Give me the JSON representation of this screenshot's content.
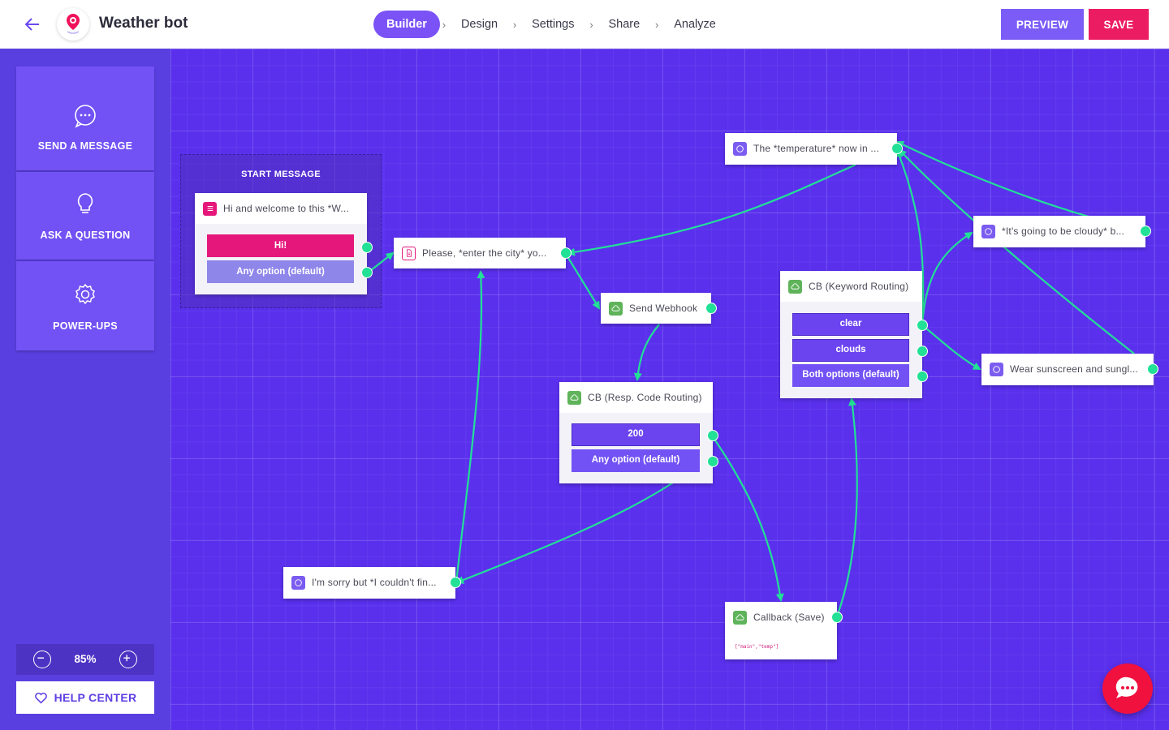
{
  "header": {
    "bot_title": "Weather bot",
    "steps": [
      {
        "label": "Builder",
        "active": true
      },
      {
        "label": "Design"
      },
      {
        "label": "Settings"
      },
      {
        "label": "Share"
      },
      {
        "label": "Analyze"
      }
    ],
    "preview_label": "PREVIEW",
    "save_label": "SAVE"
  },
  "sidebar": {
    "tools": [
      {
        "label": "SEND A MESSAGE",
        "icon": "chat-bubble-icon"
      },
      {
        "label": "ASK A QUESTION",
        "icon": "lightbulb-icon"
      },
      {
        "label": "POWER-UPS",
        "icon": "gear-icon"
      }
    ],
    "zoom": "85%",
    "help_label": "HELP CENTER"
  },
  "canvas": {
    "start_zone_title": "START MESSAGE",
    "nodes": {
      "welcome": {
        "text": "Hi and welcome to this *W...",
        "options": [
          "Hi!",
          "Any option (default)"
        ]
      },
      "enter_city": {
        "text": "Please, *enter the city* yo..."
      },
      "webhook": {
        "text": "Send Webhook"
      },
      "resp_code": {
        "text": "CB (Resp. Code Routing)",
        "options": [
          "200",
          "Any option (default)"
        ]
      },
      "keyword": {
        "text": "CB (Keyword Routing)",
        "options": [
          "clear",
          "clouds",
          "Both options (default)"
        ]
      },
      "temperature": {
        "text": "The *temperature* now in ..."
      },
      "cloudy": {
        "text": "*It's going to be cloudy* b..."
      },
      "sunscreen": {
        "text": "Wear sunscreen and sungl..."
      },
      "sorry": {
        "text": "I'm sorry but *I couldn't fin..."
      },
      "callback": {
        "text": "Callback (Save)",
        "code": "[\"main\",\"temp\"]"
      }
    }
  },
  "colors": {
    "accent": "#7b52f6",
    "save": "#ec1c63",
    "canvas": "#5a30ed",
    "connector": "#22e096"
  }
}
